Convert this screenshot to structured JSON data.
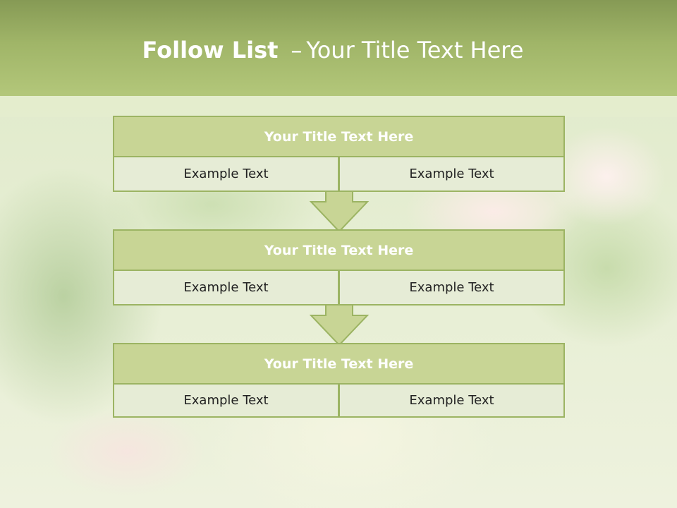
{
  "slide": {
    "title_bold": "Follow List",
    "title_dash": "–",
    "title_rest": "Your Title Text Here"
  },
  "blocks": [
    {
      "title": "Your Title Text Here",
      "left": "Example Text",
      "right": "Example Text"
    },
    {
      "title": "Your Title Text Here",
      "left": "Example Text",
      "right": "Example Text"
    },
    {
      "title": "Your Title Text Here",
      "left": "Example Text",
      "right": "Example Text"
    }
  ],
  "colors": {
    "header": "#a0b568",
    "block_title_fill": "#c8d595",
    "cell_fill": "#e6ecd6",
    "border": "#9cb463"
  },
  "icons": [
    "down-arrow-icon",
    "down-arrow-icon"
  ]
}
